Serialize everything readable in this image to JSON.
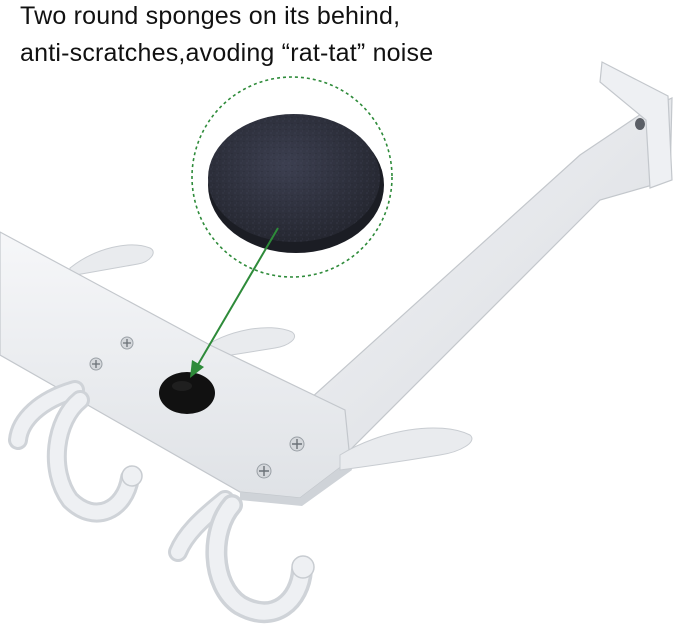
{
  "caption": {
    "line1": "Two round sponges on its behind,",
    "line2": "anti-scratches,avoding “rat-tat” noise"
  },
  "colors": {
    "metal": "#eef0f3",
    "metal_shadow": "#c9cdd2",
    "sponge": "#2f3240",
    "pad": "#111111",
    "arrow": "#2e8b3a",
    "text": "#111111"
  },
  "icons": {
    "callout": "dashed-circle-zoom",
    "arrow": "green-arrow"
  }
}
